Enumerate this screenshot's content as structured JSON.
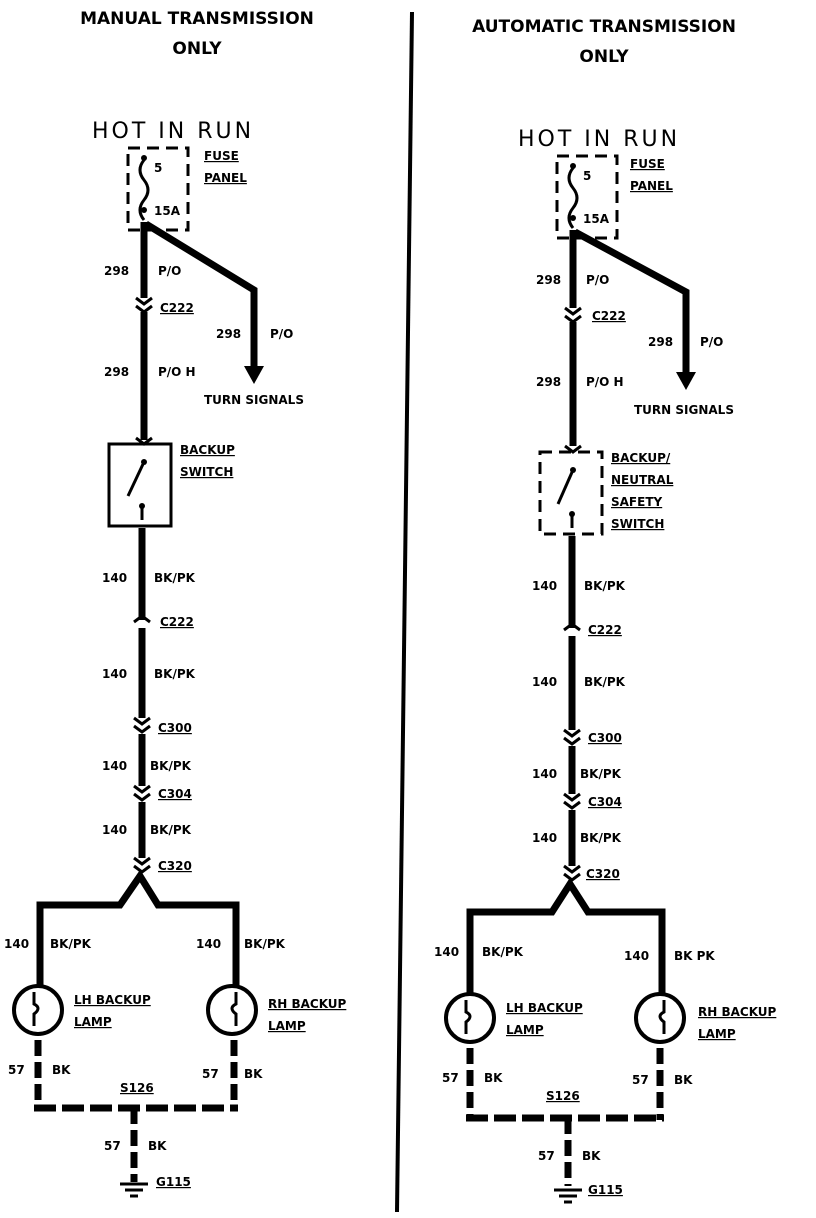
{
  "manual": {
    "title_line1": "MANUAL TRANSMISSION",
    "title_line2": "ONLY",
    "hot": "HOT  IN  RUN",
    "fuse_num": "5",
    "fuse_amp": "15A",
    "fuse_label1": "FUSE",
    "fuse_label2": "PANEL",
    "w1_num": "298",
    "w1_color": "P/O",
    "c1": "C222",
    "w2_num": "298",
    "w2_color": "P/O H",
    "branch_num": "298",
    "branch_color": "P/O",
    "turn": "TURN SIGNALS",
    "switch1": "BACKUP",
    "switch2": "SWITCH",
    "w3_num": "140",
    "w3_color": "BK/PK",
    "c2": "C222",
    "w4_num": "140",
    "w4_color": "BK/PK",
    "c3": "C300",
    "w5_num": "140",
    "w5_color": "BK/PK",
    "c4": "C304",
    "w6_num": "140",
    "w6_color": "BK/PK",
    "c5": "C320",
    "lw_num": "140",
    "lw_color": "BK/PK",
    "rw_num": "140",
    "rw_color": "BK/PK",
    "lh1": "LH BACKUP",
    "lh2": "LAMP",
    "rh1": "RH BACKUP",
    "rh2": "LAMP",
    "lg_num": "57",
    "lg_color": "BK",
    "rg_num": "57",
    "rg_color": "BK",
    "splice": "S126",
    "g_num": "57",
    "g_color": "BK",
    "ground": "G115"
  },
  "automatic": {
    "title_line1": "AUTOMATIC TRANSMISSION",
    "title_line2": "ONLY",
    "hot": "HOT  IN  RUN",
    "fuse_num": "5",
    "fuse_amp": "15A",
    "fuse_label1": "FUSE",
    "fuse_label2": "PANEL",
    "w1_num": "298",
    "w1_color": "P/O",
    "c1": "C222",
    "w2_num": "298",
    "w2_color": "P/O  H",
    "branch_num": "298",
    "branch_color": "P/O",
    "turn": "TURN SIGNALS",
    "switch1": "BACKUP/",
    "switch2": "NEUTRAL",
    "switch3": "SAFETY",
    "switch4": "SWITCH",
    "w3_num": "140",
    "w3_color": "BK/PK",
    "c2": "C222",
    "w4_num": "140",
    "w4_color": "BK/PK",
    "c3": "C300",
    "w5_num": "140",
    "w5_color": "BK/PK",
    "c4": "C304",
    "w6_num": "140",
    "w6_color": "BK/PK",
    "c5": "C320",
    "lw_num": "140",
    "lw_color": "BK/PK",
    "rw_num": "140",
    "rw_color": "BK PK",
    "lh1": "LH BACKUP",
    "lh2": "LAMP",
    "rh1": "RH BACKUP",
    "rh2": "LAMP",
    "lg_num": "57",
    "lg_color": "BK",
    "rg_num": "57",
    "rg_color": "BK",
    "splice": "S126",
    "g_num": "57",
    "g_color": "BK",
    "ground": "G115"
  }
}
